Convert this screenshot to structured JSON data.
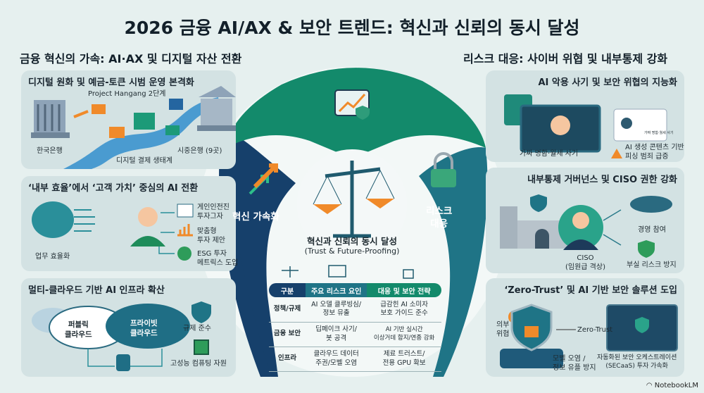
{
  "title": "2026 금융 AI/AX & 보안 트렌드: 혁신과 신뢰의 동시 달성",
  "left": {
    "heading": "금융 혁신의 가속: AI·AX 및 디지털 자산 전환",
    "panel1": {
      "title": "디지털 원화 및 예금-토큰 시범 운영 본격화",
      "project": "Project Hangang 2단계",
      "central_bank": "한국은행",
      "ecosystem": "디지털 결제 생태계",
      "banks": "시중은행 (9곳)"
    },
    "panel2": {
      "title": "‘내부 효율’에서 ‘고객 가치’ 중심의 AI 전환",
      "efficiency": "업무 효율화",
      "item1": "게인인전진\n투자그자",
      "item2": "맞춤형\n투자 제안",
      "item3": "ESG 투자\n메트릭스 도입"
    },
    "panel3": {
      "title": "멀티-클라우드 기반 AI 인프라 확산",
      "public_cloud": "퍼블릭\n클라우드",
      "private_cloud": "프라이빗\n클라우드",
      "compliance": "규제 준수",
      "computing": "고성능 컴퓨팅 자원"
    }
  },
  "center": {
    "innovation": "혁신 가속화",
    "risk": "리스크\n대응",
    "goal": "혁신과 신뢰의 동시 달성",
    "goal_en": "(Trust & Future-Proofing)",
    "table": {
      "headers": [
        "구분",
        "주요 리스크 요인",
        "대응 및 보안 전략"
      ],
      "rows": [
        [
          "정책/규제",
          "AI 오델 클루빙심/\n정보 뮤출",
          "급감힌 AI 소미자\n보호 가이드 준수"
        ],
        [
          "금융 보안",
          "딥페이크 사기/\n봇 공격",
          "AI 기반 실시간\n이상거데 함지/연종 강화"
        ],
        [
          "인프라",
          "클라우드 데이터\n주권/모벨 오염",
          "제료 트러스트/\n전용 GPU 확보"
        ]
      ]
    }
  },
  "right": {
    "heading": "리스크 대응: 사이버 위협 및 내부통제 강화",
    "panel1": {
      "title": "AI 악용 사기 및 보안 위협의 지능화",
      "fake": "가짜 명함·월세 사기",
      "card_text": "가짜 명함·월세 사기",
      "phishing": "AI 생성 콘텐츠 기반\n피싱 범죄 급증"
    },
    "panel2": {
      "title": "내부통제 거버넌스 및 CISO 권한 강화",
      "ciso": "CISO\n(임원급 격상)",
      "mgmt": "경영 참여",
      "insolvency": "부실 리스크 방지"
    },
    "panel3": {
      "title": "‘Zero-Trust’ 및 AI 기반 보안 솔루션 도입",
      "external": "의부\n위협",
      "zt": "Zero-Trust",
      "model": "모벨 오염 /\n정보 유플 방지",
      "secaas": "자동화된 보안 오케스트레이션\n(SECaaS) 투자 가속화"
    }
  },
  "footer": {
    "brand": "NotebookLM"
  },
  "colors": {
    "navy": "#16406b",
    "green": "#138a6b",
    "teal": "#1f7486",
    "orange": "#f08a2a",
    "panel": "#d3e2e3"
  }
}
